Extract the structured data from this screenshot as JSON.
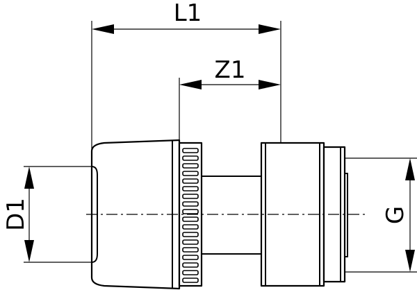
{
  "dimensions": {
    "l1": "L1",
    "z1": "Z1",
    "d1": "D1",
    "g": "G"
  }
}
